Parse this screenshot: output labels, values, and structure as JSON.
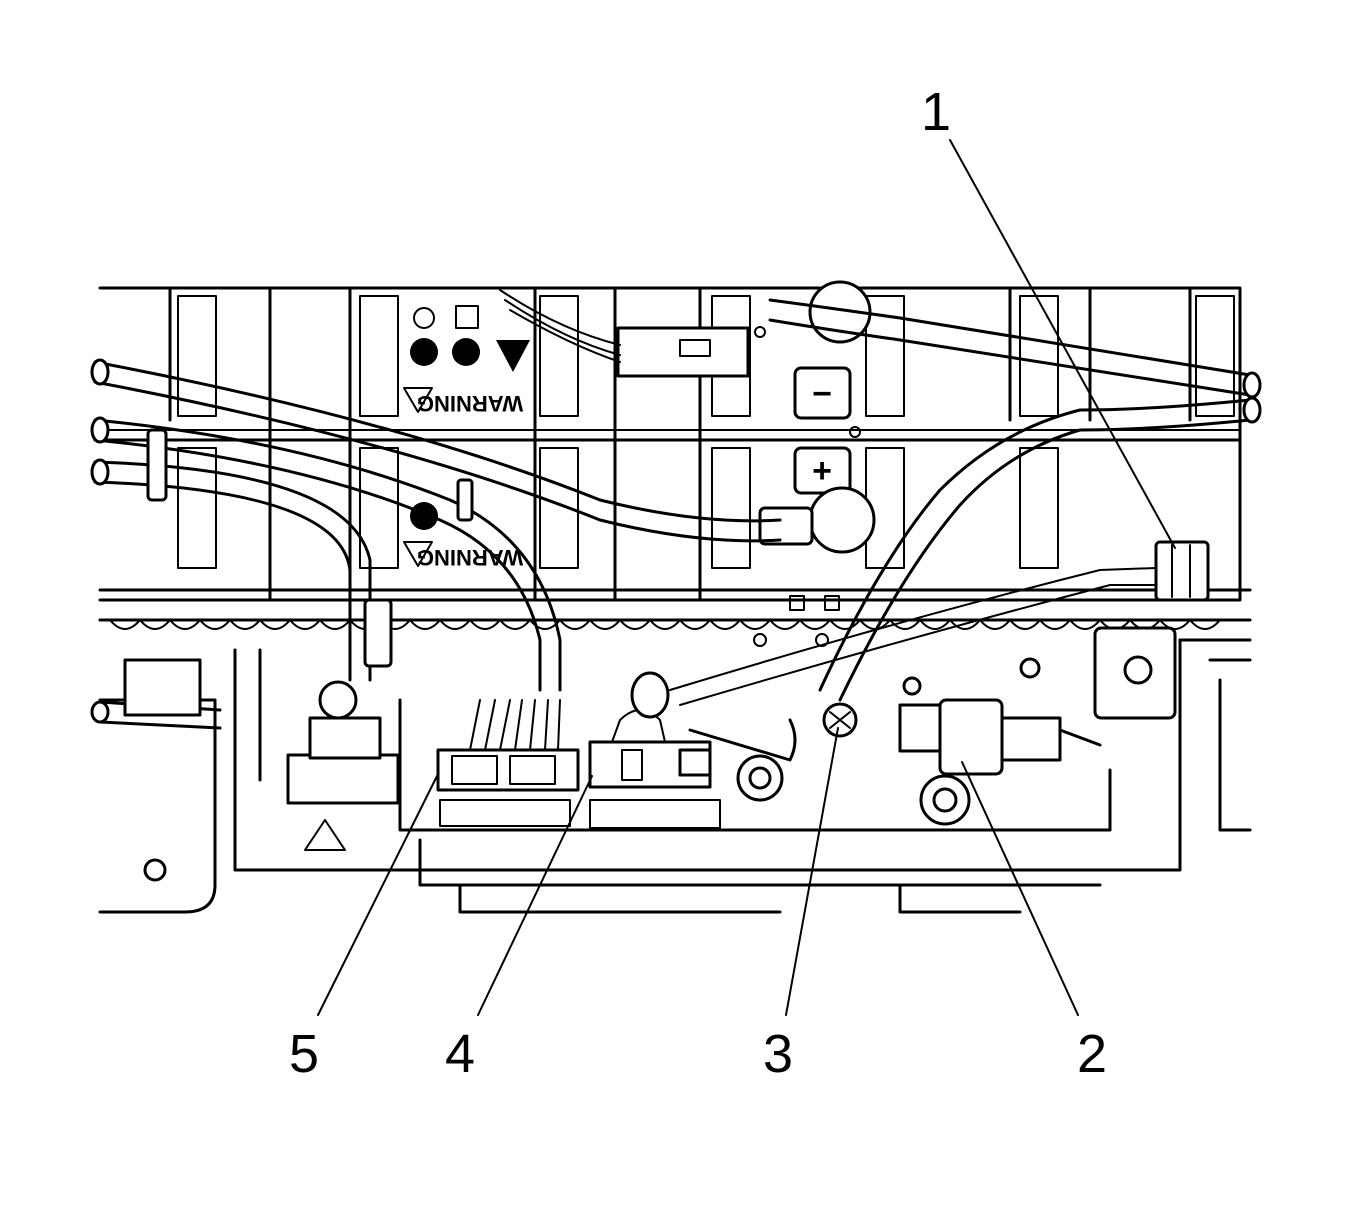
{
  "figure": {
    "callouts": [
      {
        "id": "1",
        "label": "1"
      },
      {
        "id": "2",
        "label": "2"
      },
      {
        "id": "3",
        "label": "3"
      },
      {
        "id": "4",
        "label": "4"
      },
      {
        "id": "5",
        "label": "5"
      }
    ],
    "module_labels": {
      "warning_upper": "WARNING",
      "warning_lower": "WARNING",
      "terminal_negative": "−",
      "terminal_positive": "+"
    },
    "colors": {
      "line": "#000000",
      "background": "#ffffff"
    }
  }
}
